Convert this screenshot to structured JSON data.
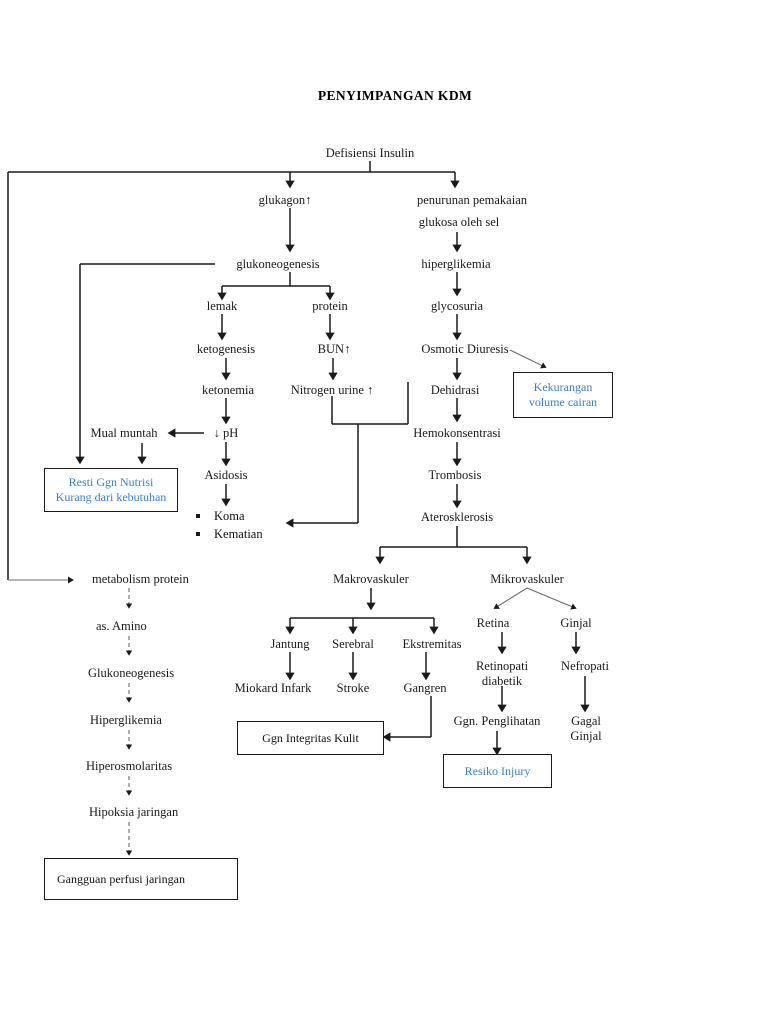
{
  "document": {
    "title": "PENYIMPANGAN KDM",
    "accent_blue": "#3a7fc1",
    "ink": "#1a1a1a",
    "background": "#ffffff"
  },
  "nodes": {
    "defisiensi_insulin": "Defisiensi Insulin",
    "glukagon": "glukagon↑",
    "penurunan_pemakaian": "penurunan pemakaian",
    "glukosa_oleh_sel": "glukosa oleh sel",
    "glukoneogenesis": "glukoneogenesis",
    "hiperglikemia": "hiperglikemia",
    "lemak": "lemak",
    "protein": "protein",
    "glycosuria": "glycosuria",
    "ketogenesis": "ketogenesis",
    "bun": "BUN↑",
    "osmotic_diuresis": "Osmotic Diuresis",
    "ketonemia": "ketonemia",
    "nitrogen_urine": "Nitrogen urine ↑",
    "dehidrasi": "Dehidrasi",
    "mual_muntah": "Mual muntah",
    "ph_turun": "↓ pH",
    "hemokonsentrasi": "Hemokonsentrasi",
    "asidosis": "Asidosis",
    "trombosis": "Trombosis",
    "koma": "Koma",
    "kematian": "Kematian",
    "aterosklerosis": "Aterosklerosis",
    "makrovaskuler": "Makrovaskuler",
    "mikrovaskuler": "Mikrovaskuler",
    "metabolism_protein": "metabolism protein",
    "retina": "Retina",
    "ginjal": "Ginjal",
    "jantung": "Jantung",
    "serebral": "Serebral",
    "ekstremitas": "Ekstremitas",
    "as_amino": "as. Amino",
    "glukoneogenesis2": "Glukoneogenesis",
    "retinopati_diabetik": "Retinopati\ndiabetik",
    "nefropati": "Nefropati",
    "miokard_infark": "Miokard Infark",
    "stroke": "Stroke",
    "gangren": "Gangren",
    "hiperglikemia2": "Hiperglikemia",
    "ggn_penglihatan": "Ggn. Penglihatan",
    "gagal_ginjal": "Gagal\nGinjal",
    "hiperosmolaritas": "Hiperosmolaritas",
    "hipoksia_jaringan": "Hipoksia jaringan"
  },
  "boxes": {
    "kekurangan_volume_cairan": "Kekurangan\nvolume cairan",
    "resti_ggn_nutrisi": "Resti Ggn Nutrisi\nKurang dari kebutuhan",
    "ggn_integritas_kulit": "Ggn Integritas Kulit",
    "resiko_injury": "Resiko Injury",
    "gangguan_perfusi_jaringan": "Gangguan perfusi jaringan"
  }
}
